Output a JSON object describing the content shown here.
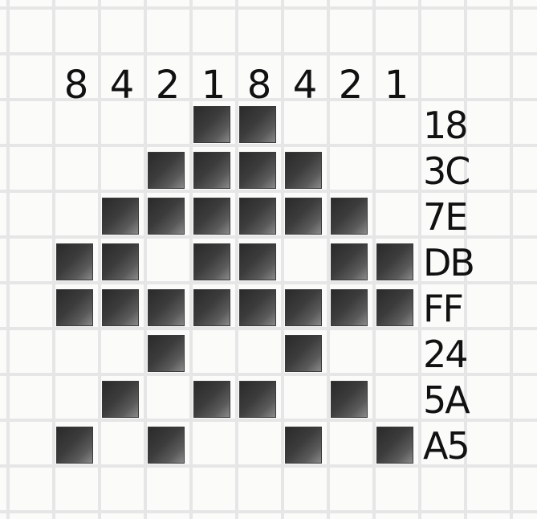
{
  "bit_weights": [
    "8",
    "4",
    "2",
    "1",
    "8",
    "4",
    "2",
    "1"
  ],
  "rows": [
    {
      "hex": "18",
      "bits": [
        0,
        0,
        0,
        1,
        1,
        0,
        0,
        0
      ]
    },
    {
      "hex": "3C",
      "bits": [
        0,
        0,
        1,
        1,
        1,
        1,
        0,
        0
      ]
    },
    {
      "hex": "7E",
      "bits": [
        0,
        1,
        1,
        1,
        1,
        1,
        1,
        0
      ]
    },
    {
      "hex": "DB",
      "bits": [
        1,
        1,
        0,
        1,
        1,
        0,
        1,
        1
      ]
    },
    {
      "hex": "FF",
      "bits": [
        1,
        1,
        1,
        1,
        1,
        1,
        1,
        1
      ]
    },
    {
      "hex": "24",
      "bits": [
        0,
        0,
        1,
        0,
        0,
        1,
        0,
        0
      ]
    },
    {
      "hex": "5A",
      "bits": [
        0,
        1,
        0,
        1,
        1,
        0,
        1,
        0
      ]
    },
    {
      "hex": "A5",
      "bits": [
        1,
        0,
        1,
        0,
        0,
        1,
        0,
        1
      ]
    }
  ],
  "colors": {
    "background": "#fbfbfa",
    "gridline": "#e6e6e6",
    "filled_cell": "#3c3c3c",
    "text": "#111111"
  }
}
